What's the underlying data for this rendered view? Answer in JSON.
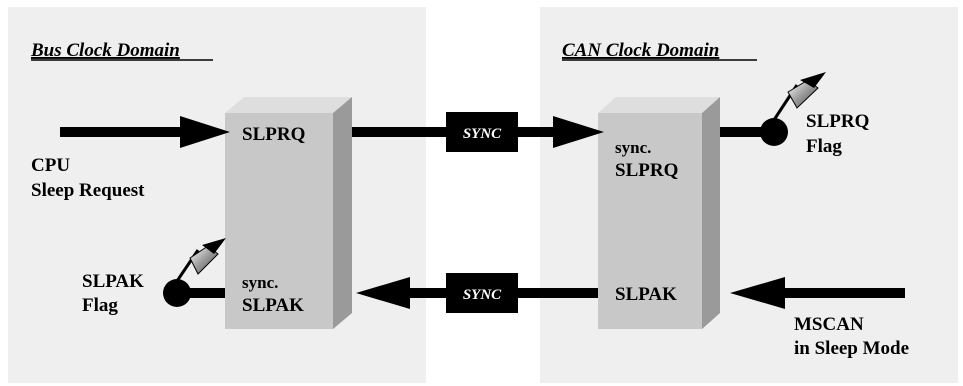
{
  "domains": {
    "bus": {
      "title": "Bus Clock Domain"
    },
    "can": {
      "title": "CAN Clock Domain"
    }
  },
  "bus_block": {
    "top_label": "SLPRQ",
    "bottom_line1": "sync.",
    "bottom_line2": "SLPAK"
  },
  "can_block": {
    "top_line1": "sync.",
    "top_line2": "SLPRQ",
    "bottom_label": "SLPAK"
  },
  "sync_boxes": {
    "top": "SYNC",
    "bottom": "SYNC"
  },
  "inputs": {
    "cpu_line1": "CPU",
    "cpu_line2": "Sleep Request",
    "mscan_line1": "MSCAN",
    "mscan_line2": "in Sleep Mode"
  },
  "flags": {
    "slprq_line1": "SLPRQ",
    "slprq_line2": "Flag",
    "slpak_line1": "SLPAK",
    "slpak_line2": "Flag"
  },
  "colors": {
    "domain_bg": "#efefef",
    "block_front": "#c8c8c8",
    "block_top": "#dedede",
    "block_side": "#9a9a9a",
    "sync_box": "#000000",
    "arrow": "#000000"
  }
}
